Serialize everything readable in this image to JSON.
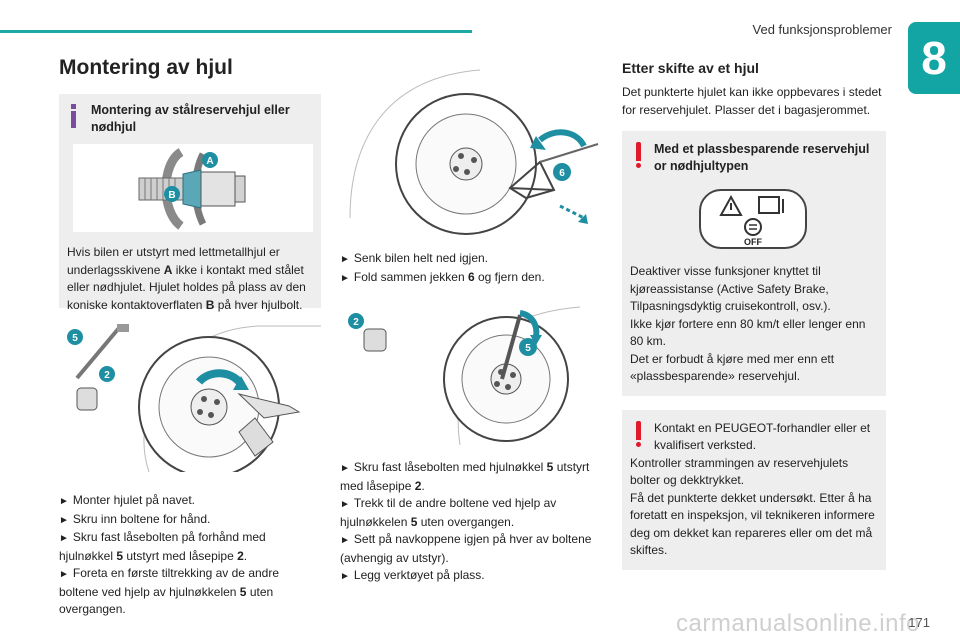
{
  "header": {
    "section_title": "Ved funksjonsproblemer",
    "chapter": "8"
  },
  "footer": {
    "page_number": "171",
    "watermark": "carmanualsonline.info"
  },
  "col1": {
    "title": "Montering av hjul",
    "box_title": "Montering av stålreservehjul eller nødhjul",
    "box_text_parts": [
      "Hvis bilen er utstyrt med lettmetallhjul er underlagsskivene ",
      "A",
      " ikke i kontakt med stålet eller nødhjulet. Hjulet holdes på plass av den koniske kontaktoverflaten ",
      "B",
      " på hver hjulbolt."
    ],
    "label_a": "A",
    "label_b": "B",
    "label_5": "5",
    "label_2": "2",
    "steps": [
      {
        "pre": "Monter hjulet på navet.",
        "b": "",
        "post": ""
      },
      {
        "pre": "Skru inn boltene for hånd.",
        "b": "",
        "post": ""
      },
      {
        "pre": "Skru fast låsebolten på forhånd med hjulnøkkel ",
        "b": "5",
        "post": " utstyrt med låsepipe "
      },
      {
        "pre": "Foreta en første tiltrekking av de andre boltene ved hjelp av hjulnøkkelen ",
        "b": "5",
        "post": " uten overgangen."
      }
    ],
    "step3_b2": "2",
    "step3_end": "."
  },
  "col2": {
    "label_6": "6",
    "label_2": "2",
    "label_5": "5",
    "steps_a": [
      {
        "pre": "Senk bilen helt ned igjen.",
        "b": "",
        "post": ""
      },
      {
        "pre": "Fold sammen jekken ",
        "b": "6",
        "post": " og fjern den."
      }
    ],
    "steps_b": [
      {
        "pre": "Skru fast låsebolten med hjulnøkkel ",
        "b": "5",
        "post": " utstyrt med låsepipe "
      },
      {
        "pre": "Trekk til de andre boltene ved hjelp av hjulnøkkelen ",
        "b": "5",
        "post": " uten overgangen."
      },
      {
        "pre": "Sett på navkoppene igjen på hver av boltene (avhengig av utstyr).",
        "b": "",
        "post": ""
      },
      {
        "pre": "Legg verktøyet på plass.",
        "b": "",
        "post": ""
      }
    ],
    "step1_b2": "2",
    "step1_end": "."
  },
  "col3": {
    "title": "Etter skifte av et hjul",
    "intro": "Det punkterte hjulet kan ikke oppbevares i stedet for reservehjulet. Plasser det i bagasjerommet.",
    "box1_title": "Med et plassbesparende reservehjul or nødhjultypen",
    "box1_title_l1": "Med et plassbesparende reservehjul",
    "box1_title_l2": "or nødhjultypen",
    "panel_off": "OFF",
    "box1_lines": [
      "Deaktiver visse funksjoner knyttet til kjøreassistanse (Active Safety Brake, Tilpasningsdyktig cruisekontroll, osv.).",
      "Ikke kjør fortere enn 80 km/t eller lenger enn 80 km.",
      "Det er forbudt å kjøre med mer enn ett «plassbesparende» reservehjul."
    ],
    "box2_first": "Kontakt en PEUGEOT-forhandler eller et kvalifisert verksted.",
    "box2_lines": [
      "Kontroller strammingen av reservehjulets bolter og dekktrykket.",
      "Få det punkterte dekket undersøkt. Etter å ha foretatt en inspeksjon, vil teknikeren informere deg om dekket kan repareres eller om det må skiftes."
    ]
  },
  "colors": {
    "accent": "#12a5a4",
    "badge": "#1e8fa3",
    "info": "#7b4ba0",
    "warning": "#e0192b"
  },
  "icons": [
    "info-icon",
    "warning-icon",
    "arrow-bullet-icon"
  ]
}
